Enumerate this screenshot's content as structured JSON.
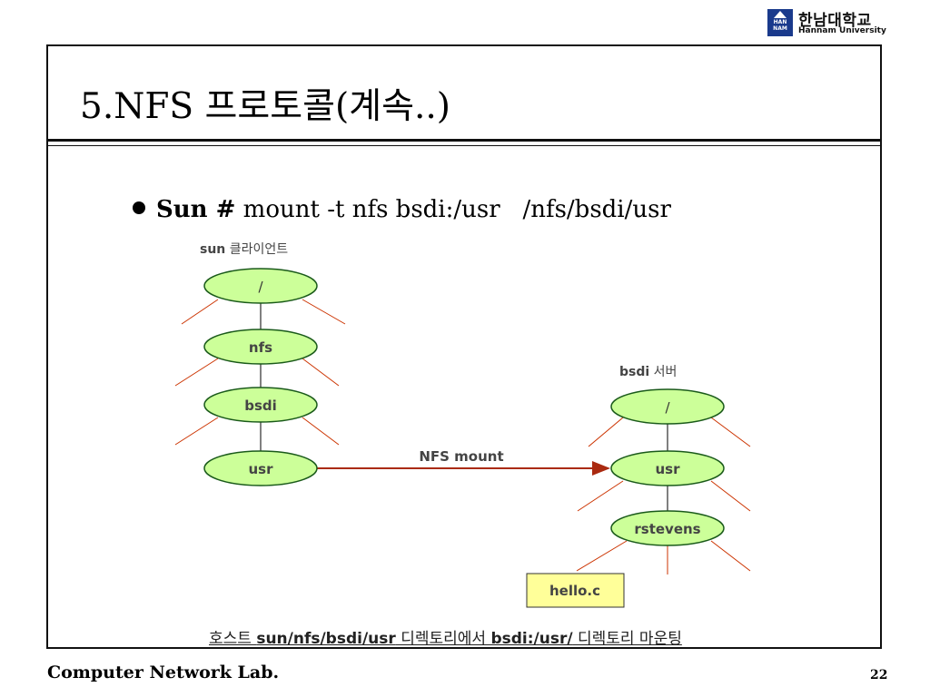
{
  "logo": {
    "mark_text": "HAN\nNAM",
    "korean_name": "한남대학교",
    "english_name": "Hannam University"
  },
  "slide": {
    "title": "5.NFS 프로토콜(계속..)",
    "bullet": {
      "prompt": "Sun #",
      "command": " mount -t nfs bsdi:/usr   /nfs/bsdi/usr"
    },
    "caption": {
      "part1": "호스트 ",
      "part2": "sun/nfs/bsdi/usr",
      "part3": " 디렉토리에서 ",
      "part4": "bsdi:/usr/",
      "part5": " 디렉토리 마운팅"
    },
    "footer_left": "Computer Network Lab.",
    "page_number": "22"
  },
  "diagram": {
    "client_label": {
      "bold": "sun",
      "rest": " 클라이언트"
    },
    "server_label": {
      "bold": "bsdi",
      "rest": " 서버"
    },
    "client_nodes": [
      "/",
      "nfs",
      "bsdi",
      "usr"
    ],
    "server_nodes": [
      "/",
      "usr",
      "rstevens"
    ],
    "file": "hello.c",
    "arrow_label": "NFS mount",
    "colors": {
      "node_fill": "#ccff99",
      "node_stroke": "#1a5a1a",
      "branch": "#cc3300",
      "arrow": "#aa2a10",
      "file_fill": "#ffff99"
    }
  }
}
